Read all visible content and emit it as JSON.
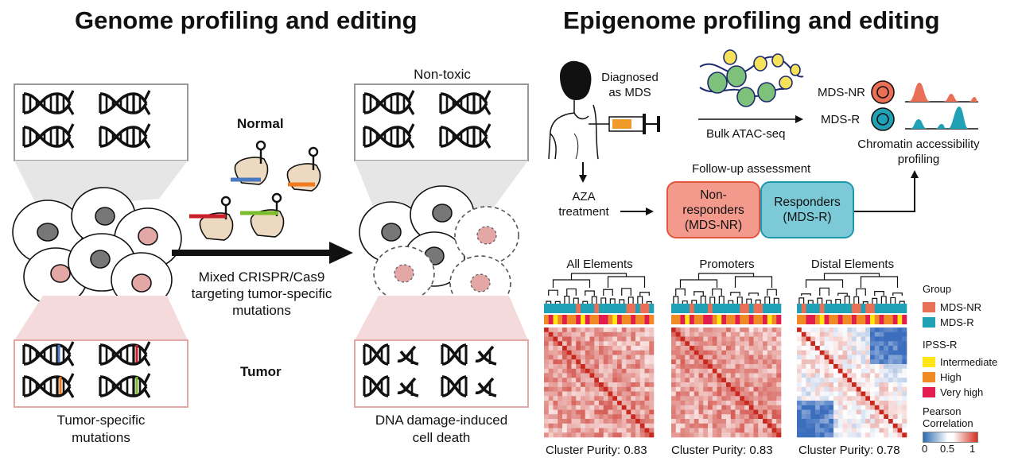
{
  "colors": {
    "tumor_cell": "#e3a7a5",
    "nr": "#ea6f57",
    "r": "#21a1b5",
    "intermediate": "#ffe512",
    "high": "#ef8a24",
    "very_high": "#e21c4e",
    "heat_high": "#d7301f",
    "heat_low": "#a9c4e6",
    "guide_blue": "#4a78c1",
    "guide_orange": "#f07a1d",
    "guide_red": "#c8202a",
    "guide_green": "#7bbd2d"
  },
  "left": {
    "title": "Genome profiling and editing",
    "normal_label": "Normal",
    "tumor_label": "Tumor",
    "non_toxic": "Non-toxic",
    "crispr_label_1": "Mixed CRISPR/Cas9",
    "crispr_label_2": "targeting tumor-specific",
    "crispr_label_3": "mutations",
    "tumor_specific_1": "Tumor-specific",
    "tumor_specific_2": "mutations",
    "damage_1": "DNA damage-induced",
    "damage_2": "cell death"
  },
  "right": {
    "title": "Epigenome profiling and editing",
    "diagnosed_1": "Diagnosed",
    "diagnosed_2": "as MDS",
    "aza_1": "AZA",
    "aza_2": "treatment",
    "bulk": "Bulk ATAC-seq",
    "mds_nr": "MDS-NR",
    "mds_r": "MDS-R",
    "chromatin_1": "Chromatin accessibility",
    "chromatin_2": "profiling",
    "followup": "Follow-up assessment",
    "nonresponders": "Non-\nresponders\n(MDS-NR)",
    "responders": "Responders\n(MDS-R)"
  },
  "heatmaps": [
    {
      "title": "All Elements",
      "purity": "Cluster Purity: 0.83"
    },
    {
      "title": "Promoters",
      "purity": "Cluster Purity: 0.83"
    },
    {
      "title": "Distal Elements",
      "purity": "Cluster Purity: 0.78"
    }
  ],
  "legend": {
    "group_title": "Group",
    "group_items": [
      "MDS-NR",
      "MDS-R"
    ],
    "ipss_title": "IPSS-R",
    "ipss_items": [
      "Intermediate",
      "High",
      "Very high"
    ],
    "pearson_1": "Pearson",
    "pearson_2": "Correlation",
    "ticks": [
      "0",
      "0.5",
      "1"
    ]
  }
}
